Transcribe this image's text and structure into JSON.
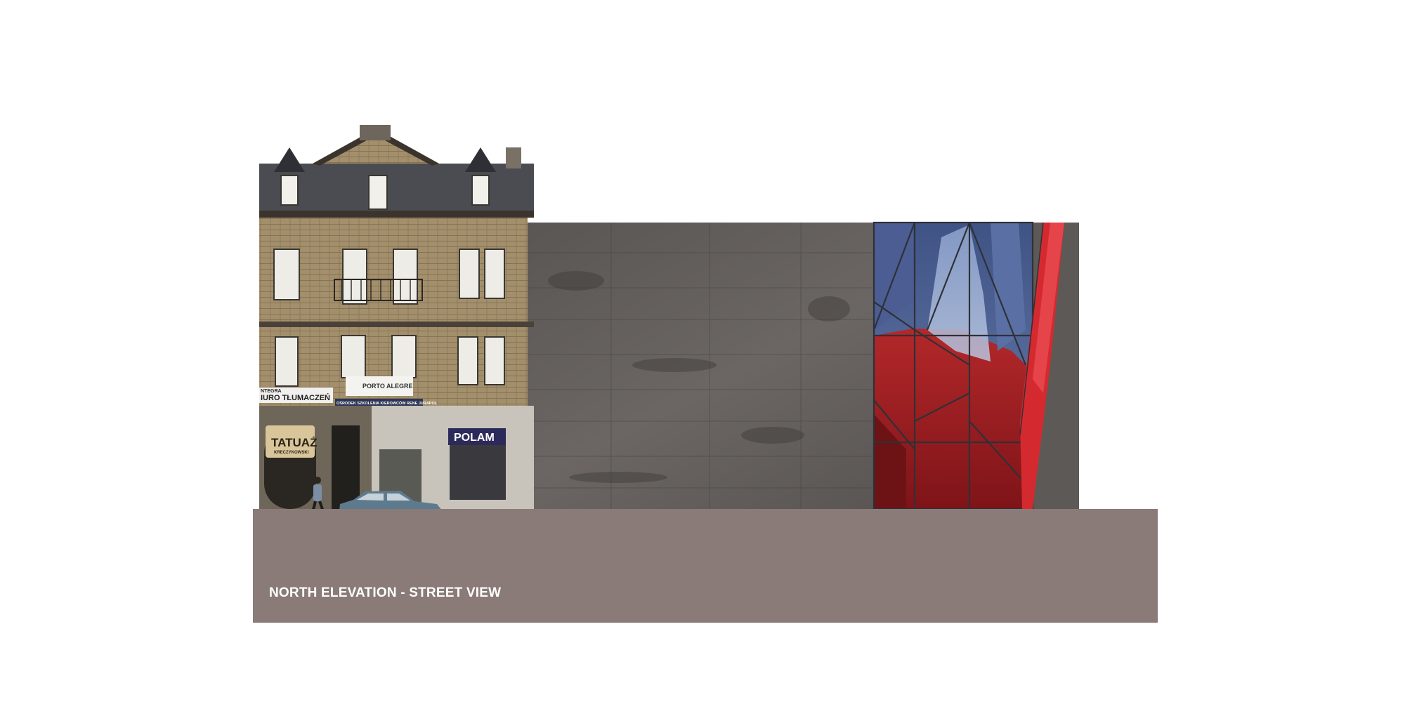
{
  "caption": "NORTH ELEVATION - STREET VIEW",
  "signs": {
    "tattoo_main": "TATUAŻ",
    "tattoo_sub": "KRECZYKOWSKI",
    "translator": "IURO TŁUMACZEŃ",
    "translator_top": "NTEGRA",
    "porto": "PORTO ALEGRE",
    "school": "OŚRODEK SZKOLENIA KIEROWCÓW RENE JURAPOL",
    "polam": "POLAM"
  },
  "colors": {
    "background": "#ffffff",
    "base_band": "#8a7b78",
    "caption_text": "#ffffff",
    "concrete": "#5f5b58",
    "brick": "#a08c68",
    "roof": "#4a4c50",
    "glass_blue": "#4d6391",
    "glass_red": "#c0282c",
    "car": "#5e7a8e"
  }
}
